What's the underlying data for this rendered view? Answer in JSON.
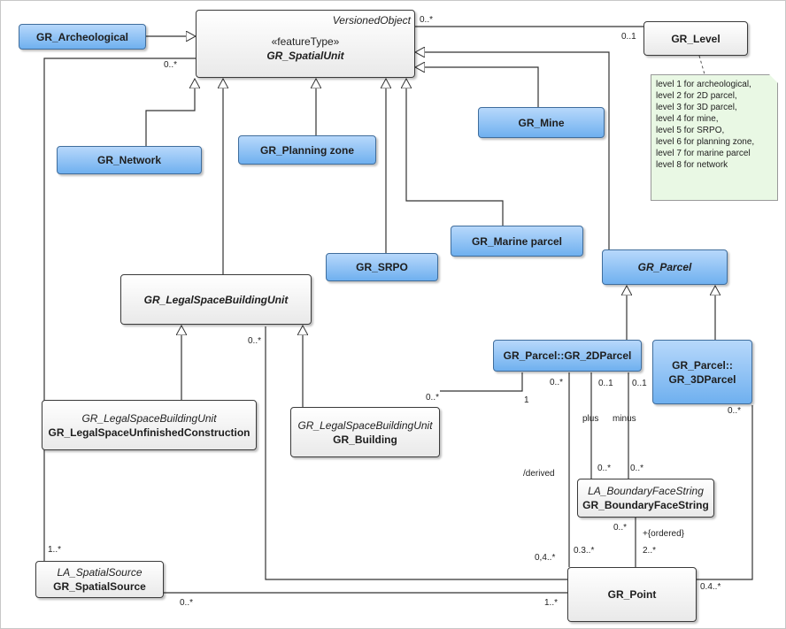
{
  "classes": {
    "spatial_unit": {
      "supertype": "VersionedObject",
      "stereotype": "«featureType»",
      "name": "GR_SpatialUnit"
    },
    "archeological": {
      "name": "GR_Archeological"
    },
    "level": {
      "name": "GR_Level"
    },
    "network": {
      "name": "GR_Network"
    },
    "planning_zone": {
      "name": "GR_Planning zone"
    },
    "mine": {
      "name": "GR_Mine"
    },
    "marine_parcel": {
      "name": "GR_Marine parcel"
    },
    "srpo": {
      "name": "GR_SRPO"
    },
    "parcel": {
      "name": "GR_Parcel"
    },
    "legal_space_building_unit": {
      "name": "GR_LegalSpaceBuildingUnit"
    },
    "parcel_2d": {
      "name": "GR_Parcel::GR_2DParcel"
    },
    "parcel_3d": {
      "name_line1": "GR_Parcel::",
      "name_line2": "GR_3DParcel"
    },
    "unfinished_construction": {
      "supertype": "GR_LegalSpaceBuildingUnit",
      "name": "GR_LegalSpaceUnfinishedConstruction"
    },
    "building": {
      "supertype": "GR_LegalSpaceBuildingUnit",
      "name": "GR_Building"
    },
    "boundary_face_string": {
      "supertype": "LA_BoundaryFaceString",
      "name": "GR_BoundaryFaceString"
    },
    "spatial_source": {
      "supertype": "LA_SpatialSource",
      "name": "GR_SpatialSource"
    },
    "point": {
      "name": "GR_Point"
    }
  },
  "note": {
    "lines": [
      "level 1 for archeological,",
      "level 2 for 2D parcel,",
      "level 3 for 3D parcel,",
      "level 4 for mine,",
      "level 5 for SRPO,",
      "level 6 for planning zone,",
      "level 7 for marine parcel",
      "level 8 for network"
    ]
  },
  "labels": {
    "su_level_mult": "0..*",
    "level_mult": "0..1",
    "su_source_mult": "0..*",
    "source_mult": "1..*",
    "source_point_mult": "0..*",
    "point_source_mult": "1..*",
    "lsbu_mult": "0..*",
    "building_2d_mult": "0..*",
    "parcel2d_building_mult": "1",
    "parcel2d_point_mult": "0..*",
    "plus_mult": "0..1",
    "minus_mult": "0..1",
    "plus_role": "plus",
    "minus_role": "minus",
    "bfs_plus_mult": "0..*",
    "bfs_minus_mult": "0..*",
    "derived_role": "/derived",
    "point_lsbu_mult": "0,4..*",
    "point_2d_mult": "0.3..*",
    "bfs_point_mult": "0..*",
    "ordered": "+{ordered}",
    "point_bfs_mult": "2..*",
    "parcel3d_mult": "0..*",
    "point_3d_mult": "0.4..*"
  }
}
